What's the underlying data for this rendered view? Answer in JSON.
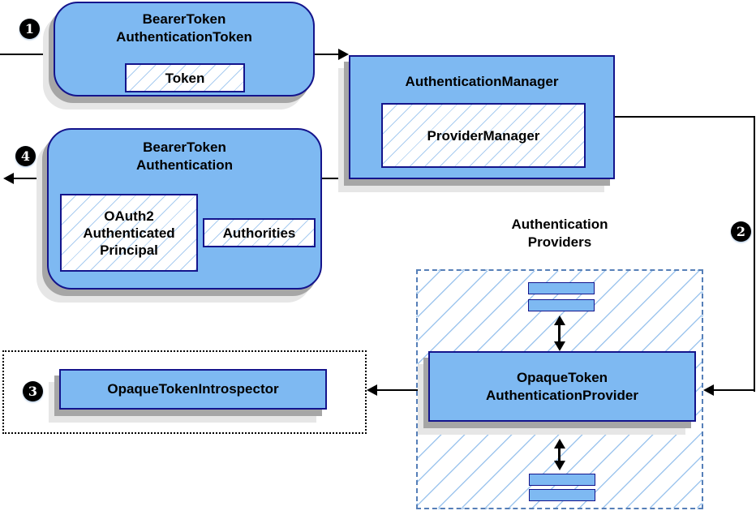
{
  "diagram": {
    "steps": {
      "s1": "1",
      "s2": "2",
      "s3": "3",
      "s4": "4"
    },
    "nodes": {
      "bearer_token_authentication_token": {
        "title": [
          "BearerToken",
          "AuthenticationToken"
        ],
        "member_token": "Token"
      },
      "authentication_manager": {
        "title": "AuthenticationManager",
        "member_provider_manager": "ProviderManager"
      },
      "bearer_token_authentication": {
        "title": [
          "BearerToken",
          "Authentication"
        ],
        "member_principal": [
          "OAuth2",
          "Authenticated",
          "Principal"
        ],
        "member_authorities": "Authorities"
      },
      "introspector": {
        "label": "OpaqueTokenIntrospector"
      },
      "providers_group": {
        "label": [
          "Authentication",
          "Providers"
        ],
        "provider": [
          "OpaqueToken",
          "AuthenticationProvider"
        ]
      }
    },
    "colors": {
      "node_fill": "#7EB9F2",
      "node_border": "#14148C",
      "hatch_line": "#9FC6EE",
      "group_dashed_border": "#567FB8",
      "group_dotted_border": "#000000",
      "connector": "#000000",
      "step_circle_bg": "#000000",
      "step_circle_fg": "#FFFFFF",
      "shadow_dark": "#A6A6A6",
      "shadow_light": "#E6E6E6"
    }
  }
}
